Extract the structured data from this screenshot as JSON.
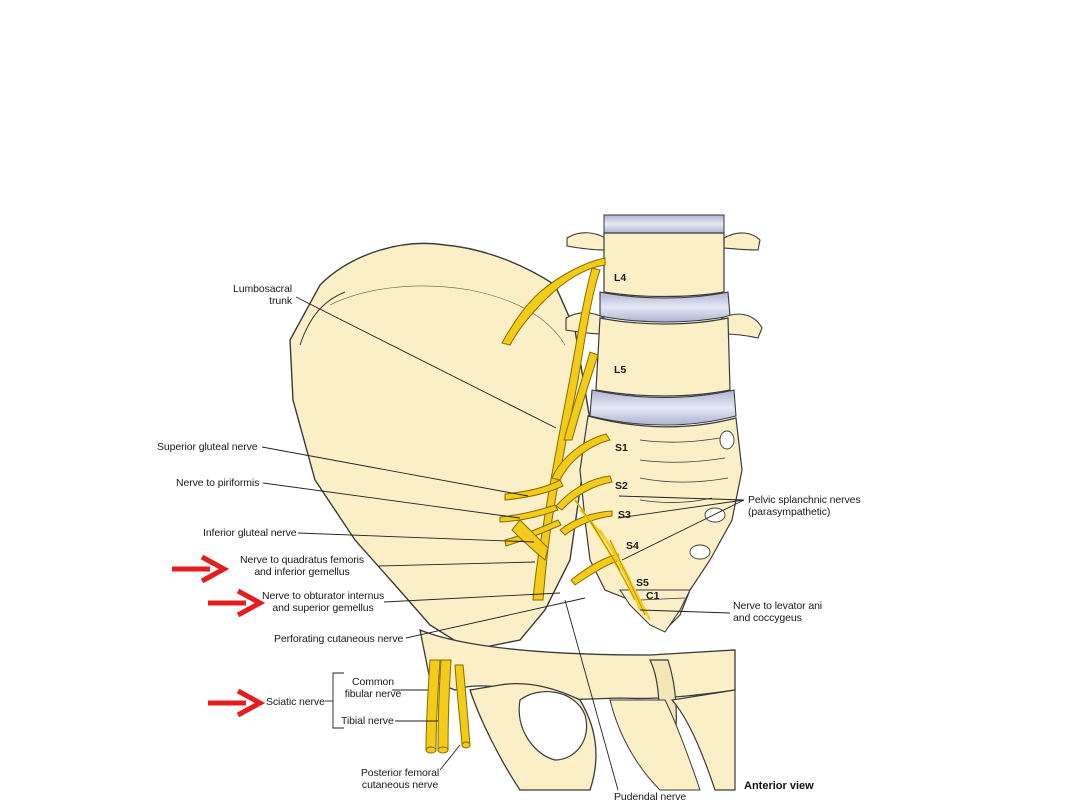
{
  "labels": {
    "lumbosacral_trunk": [
      "Lumbosacral",
      "trunk"
    ],
    "superior_gluteal": "Superior gluteal nerve",
    "nerve_to_piriformis": "Nerve to piriformis",
    "inferior_gluteal": "Inferior gluteal nerve",
    "quadratus_femoris": [
      "Nerve to quadratus femoris",
      "and inferior gemellus"
    ],
    "obturator_internus": [
      "Nerve to obturator internus",
      "and superior gemellus"
    ],
    "perforating_cutaneous": "Perforating cutaneous nerve",
    "common_fibular": [
      "Common",
      "fibular nerve"
    ],
    "sciatic": "Sciatic nerve",
    "tibial": "Tibial nerve",
    "posterior_femoral": [
      "Posterior femoral",
      "cutaneous nerve"
    ],
    "pudendal": "Pudendal nerve",
    "pelvic_splanchnic": [
      "Pelvic splanchnic nerves",
      "(parasympathetic)"
    ],
    "levator_ani": [
      "Nerve to levator ani",
      "and coccygeus"
    ]
  },
  "levels": {
    "l4": "L4",
    "l5": "L5",
    "s1": "S1",
    "s2": "S2",
    "s3": "S3",
    "s4": "S4",
    "s5": "S5",
    "c1": "C1"
  },
  "view_label": "Anterior view",
  "colors": {
    "bone": "#fbefc8",
    "bone_outline": "#3a3a3a",
    "nerve": "#f2cc18",
    "nerve_outline": "#8a6a00",
    "disc": "#c9cde3",
    "arrow": "#e41e1e"
  },
  "highlighted_items": [
    "Nerve to quadratus femoris",
    "Nerve to obturator internus",
    "Sciatic nerve"
  ]
}
